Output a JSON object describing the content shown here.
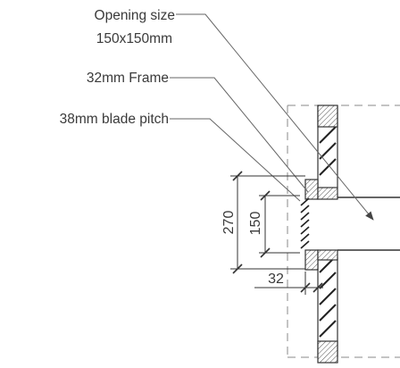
{
  "callouts": {
    "opening_size_line1": "Opening size",
    "opening_size_line2": "150x150mm",
    "frame": "32mm Frame",
    "blade_pitch": "38mm blade pitch"
  },
  "dimensions": {
    "overall_height": "270",
    "opening_height": "150",
    "frame_depth": "32"
  }
}
